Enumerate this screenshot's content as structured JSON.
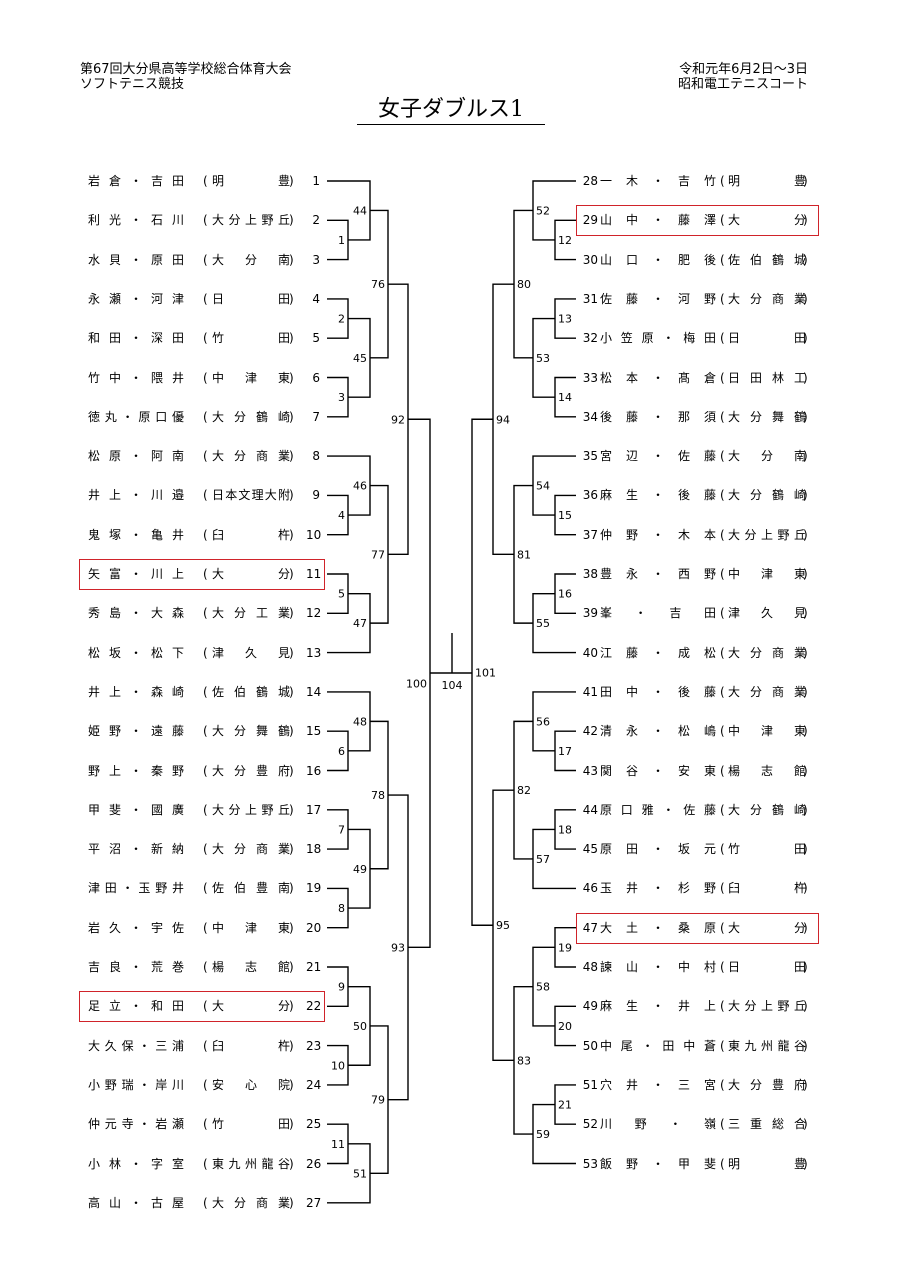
{
  "header": {
    "left_line1": "第67回大分県高等学校総合体育大会",
    "left_line2": "ソフトテニス競技",
    "right_line1": "令和元年6月2日～3日",
    "right_line2": "昭和電工テニスコート"
  },
  "title": "女子ダブルス1",
  "left_entries": [
    {
      "seed": "1",
      "names": "岩倉・吉田",
      "school": "明豊"
    },
    {
      "seed": "2",
      "names": "利光・石川",
      "school": "大分上野丘"
    },
    {
      "seed": "3",
      "names": "水貝・原田",
      "school": "大分南"
    },
    {
      "seed": "4",
      "names": "永瀬・河津",
      "school": "日田"
    },
    {
      "seed": "5",
      "names": "和田・深田",
      "school": "竹田"
    },
    {
      "seed": "6",
      "names": "竹中・隈井",
      "school": "中津東"
    },
    {
      "seed": "7",
      "names": "徳丸・原口優",
      "school": "大分鶴崎"
    },
    {
      "seed": "8",
      "names": "松原・阿南",
      "school": "大分商業"
    },
    {
      "seed": "9",
      "names": "井上・川邉",
      "school": "日本文理大附"
    },
    {
      "seed": "10",
      "names": "鬼塚・亀井",
      "school": "臼杵"
    },
    {
      "seed": "11",
      "names": "矢富・川上",
      "school": "大分"
    },
    {
      "seed": "12",
      "names": "秀島・大森",
      "school": "大分工業"
    },
    {
      "seed": "13",
      "names": "松坂・松下",
      "school": "津久見"
    },
    {
      "seed": "14",
      "names": "井上・森崎",
      "school": "佐伯鶴城"
    },
    {
      "seed": "15",
      "names": "姫野・遠藤",
      "school": "大分舞鶴"
    },
    {
      "seed": "16",
      "names": "野上・秦野",
      "school": "大分豊府"
    },
    {
      "seed": "17",
      "names": "甲斐・國廣",
      "school": "大分上野丘"
    },
    {
      "seed": "18",
      "names": "平沼・新納",
      "school": "大分商業"
    },
    {
      "seed": "19",
      "names": "津田・玉野井",
      "school": "佐伯豊南"
    },
    {
      "seed": "20",
      "names": "岩久・宇佐",
      "school": "中津東"
    },
    {
      "seed": "21",
      "names": "吉良・荒巻",
      "school": "楊志館"
    },
    {
      "seed": "22",
      "names": "足立・和田",
      "school": "大分"
    },
    {
      "seed": "23",
      "names": "大久保・三浦",
      "school": "臼杵"
    },
    {
      "seed": "24",
      "names": "小野瑞・岸川",
      "school": "安心院"
    },
    {
      "seed": "25",
      "names": "仲元寺・岩瀬",
      "school": "竹田"
    },
    {
      "seed": "26",
      "names": "小林・字室",
      "school": "東九州龍谷"
    },
    {
      "seed": "27",
      "names": "高山・古屋",
      "school": "大分商業"
    }
  ],
  "right_entries": [
    {
      "seed": "28",
      "names": "一木・吉竹",
      "school": "明豊"
    },
    {
      "seed": "29",
      "names": "山中・藤澤",
      "school": "大分"
    },
    {
      "seed": "30",
      "names": "山口・肥後",
      "school": "佐伯鶴城"
    },
    {
      "seed": "31",
      "names": "佐藤・河野",
      "school": "大分商業"
    },
    {
      "seed": "32",
      "names": "小笠原・梅田",
      "school": "日田"
    },
    {
      "seed": "33",
      "names": "松本・髙倉",
      "school": "日田林工"
    },
    {
      "seed": "34",
      "names": "後藤・那須",
      "school": "大分舞鶴"
    },
    {
      "seed": "35",
      "names": "宮辺・佐藤",
      "school": "大分南"
    },
    {
      "seed": "36",
      "names": "麻生・後藤",
      "school": "大分鶴崎"
    },
    {
      "seed": "37",
      "names": "仲野・木本",
      "school": "大分上野丘"
    },
    {
      "seed": "38",
      "names": "豊永・西野",
      "school": "中津東"
    },
    {
      "seed": "39",
      "names": "峯・吉田",
      "school": "津久見"
    },
    {
      "seed": "40",
      "names": "江藤・成松",
      "school": "大分商業"
    },
    {
      "seed": "41",
      "names": "田中・後藤",
      "school": "大分商業"
    },
    {
      "seed": "42",
      "names": "清永・松嶋",
      "school": "中津東"
    },
    {
      "seed": "43",
      "names": "関谷・安東",
      "school": "楊志館"
    },
    {
      "seed": "44",
      "names": "原口雅・佐藤",
      "school": "大分鶴崎"
    },
    {
      "seed": "45",
      "names": "原田・坂元",
      "school": "竹田"
    },
    {
      "seed": "46",
      "names": "玉井・杉野",
      "school": "臼杵"
    },
    {
      "seed": "47",
      "names": "大土・桑原",
      "school": "大分"
    },
    {
      "seed": "48",
      "names": "諫山・中村",
      "school": "日田"
    },
    {
      "seed": "49",
      "names": "麻生・井上",
      "school": "大分上野丘"
    },
    {
      "seed": "50",
      "names": "中尾・田中蒼",
      "school": "東九州龍谷"
    },
    {
      "seed": "51",
      "names": "穴井・三宮",
      "school": "大分豊府"
    },
    {
      "seed": "52",
      "names": "川野・嶺",
      "school": "三重総合"
    },
    {
      "seed": "53",
      "names": "飯野・甲斐",
      "school": "明豊"
    }
  ],
  "match_labels": {
    "m1": "1",
    "m2": "2",
    "m3": "3",
    "m4": "4",
    "m5": "5",
    "m6": "6",
    "m7": "7",
    "m8": "8",
    "m9": "9",
    "m10": "10",
    "m11": "11",
    "m12": "12",
    "m13": "13",
    "m14": "14",
    "m15": "15",
    "m16": "16",
    "m17": "17",
    "m18": "18",
    "m19": "19",
    "m20": "20",
    "m21": "21",
    "m44": "44",
    "m45": "45",
    "m46": "46",
    "m47": "47",
    "m48": "48",
    "m49": "49",
    "m50": "50",
    "m51": "51",
    "m52": "52",
    "m53": "53",
    "m54": "54",
    "m55": "55",
    "m56": "56",
    "m57": "57",
    "m58": "58",
    "m59": "59",
    "m76": "76",
    "m77": "77",
    "m78": "78",
    "m79": "79",
    "m80": "80",
    "m81": "81",
    "m82": "82",
    "m83": "83",
    "m92": "92",
    "m93": "93",
    "m94": "94",
    "m95": "95",
    "m100": "100",
    "m101": "101",
    "m104": "104"
  },
  "highlighted_entries": [
    "11",
    "22",
    "29",
    "47"
  ],
  "colors": {
    "highlight_box": "#d0232a",
    "lines": "#000000"
  }
}
